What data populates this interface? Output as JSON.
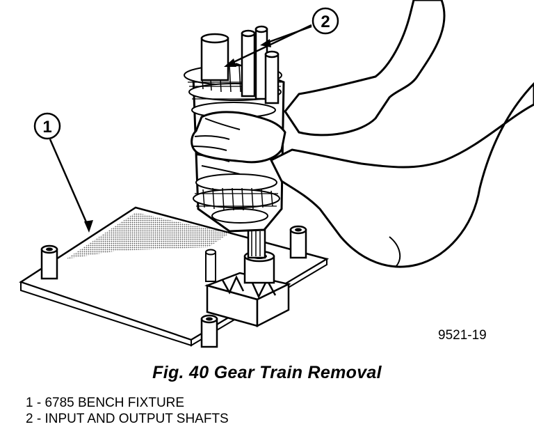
{
  "figure": {
    "callouts": [
      {
        "number": "1"
      },
      {
        "number": "2"
      }
    ],
    "figure_id": "9521-19"
  },
  "caption": "Fig. 40 Gear Train Removal",
  "legend": [
    "1 - 6785 BENCH FIXTURE",
    "2 - INPUT AND OUTPUT SHAFTS"
  ]
}
